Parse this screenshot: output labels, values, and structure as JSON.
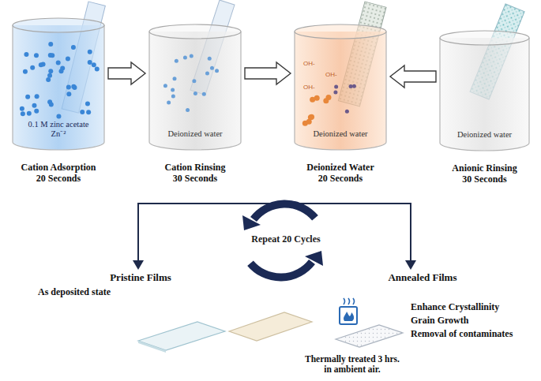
{
  "diagram": {
    "nodes": [
      {
        "text": [
          "0.1 M zinc acetate Zn⁻²",
          "Cation Adsorption 20 Seconds"
        ]
      },
      {
        "text": [
          "Deionized water",
          "Cation Rinsing 30 Seconds"
        ]
      },
      {
        "text": [
          "Deionized water",
          "Deionized Water 20 Seconds"
        ]
      },
      {
        "text": [
          "Deionized water",
          "Anionic Rinsing 30 Seconds"
        ]
      }
    ],
    "edges": [
      {
        "from": 0,
        "to": 1,
        "arrow": "to"
      },
      {
        "from": 1,
        "to": 2,
        "arrow": "to"
      },
      {
        "from": 3,
        "to": 2,
        "arrow": "to"
      }
    ],
    "labels": [
      "OH-",
      "OH-",
      "OH-",
      "Repeat 20 Cycles",
      "Pristine Films",
      "As deposited state",
      "Annealed Films",
      "Enhance Crystallinity",
      "Grain Growth",
      "Removal of contaminates",
      "Thermally treated 3 hrs. in ambient air."
    ]
  }
}
